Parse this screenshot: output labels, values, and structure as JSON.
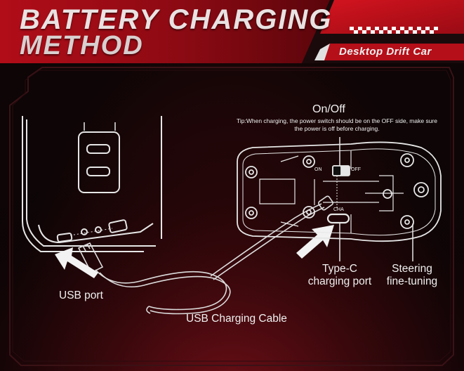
{
  "header": {
    "title_line1": "BATTERY CHARGING",
    "title_line2": "METHOD",
    "brand": "Desktop Drift Car"
  },
  "labels": {
    "on_off": "On/Off",
    "tip": "Tip:When charging, the power switch should be on the OFF side, make sure the power is off before charging.",
    "switch_on": "ON",
    "switch_off": "OFF",
    "port_cha": "CHA",
    "type_c": "Type-C charging port",
    "steering": "Steering fine-tuning",
    "usb_port": "USB port",
    "usb_cable": "USB Charging Cable"
  },
  "colors": {
    "accent_red": "#c4121c",
    "line_white": "#e6e6e6"
  }
}
